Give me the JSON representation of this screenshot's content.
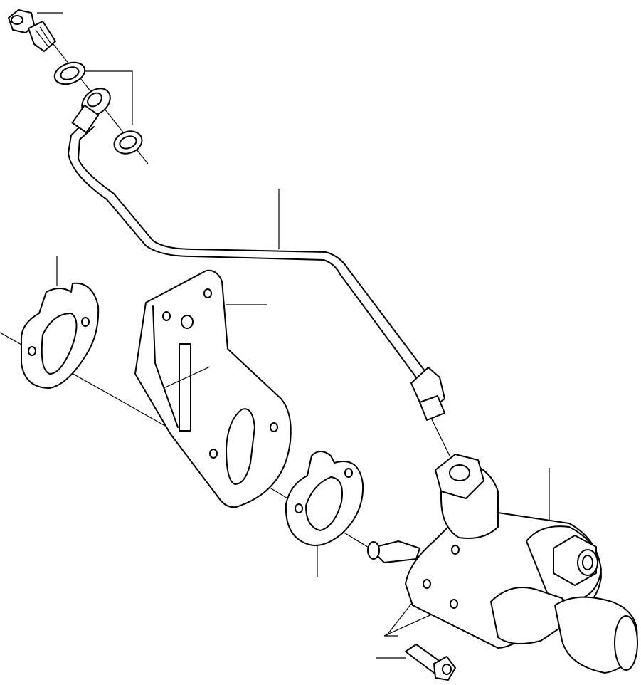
{
  "diagram": {
    "type": "exploded parts illustration",
    "colors": {
      "line": "#000000",
      "background": "#ffffff"
    },
    "parts": [
      "banjo-bolt",
      "washer-upper",
      "washer-lower",
      "fuel-pipe",
      "gasket-left",
      "bracket",
      "gasket-right",
      "feed-pump",
      "mounting-bolt"
    ]
  }
}
